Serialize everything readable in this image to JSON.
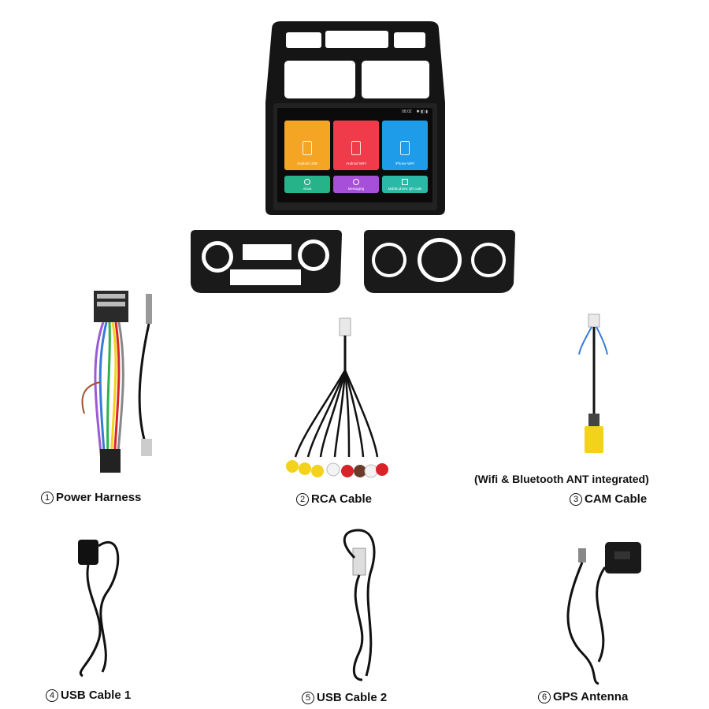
{
  "head_unit": {
    "status_time": "08:02",
    "tiles": [
      {
        "label": "Android USB",
        "color": "#f5a524"
      },
      {
        "label": "Android WiFi",
        "color": "#ef3b4a"
      },
      {
        "label": "iPhone WiFi",
        "color": "#1e9be9"
      }
    ],
    "small_tiles": [
      {
        "label": "About",
        "color": "#27b38a"
      },
      {
        "label": "Messaging",
        "color": "#a64fd9"
      },
      {
        "label": "Mobile phone QR code",
        "color": "#2ab9a6"
      }
    ]
  },
  "items": [
    {
      "num": "1",
      "label": "Power Harness"
    },
    {
      "num": "2",
      "label": "RCA Cable"
    },
    {
      "num": "3",
      "label": "CAM Cable"
    },
    {
      "num": "4",
      "label": "USB Cable 1"
    },
    {
      "num": "5",
      "label": "USB Cable 2"
    },
    {
      "num": "6",
      "label": "GPS Antenna"
    }
  ],
  "cam_note": "(Wifi & Bluetooth ANT integrated)",
  "colors": {
    "panel": "#1a1a1a",
    "cable": "#111111",
    "rca_yellow": "#f2d21a",
    "rca_red": "#d8232a",
    "rca_white": "#f3f3f3"
  }
}
